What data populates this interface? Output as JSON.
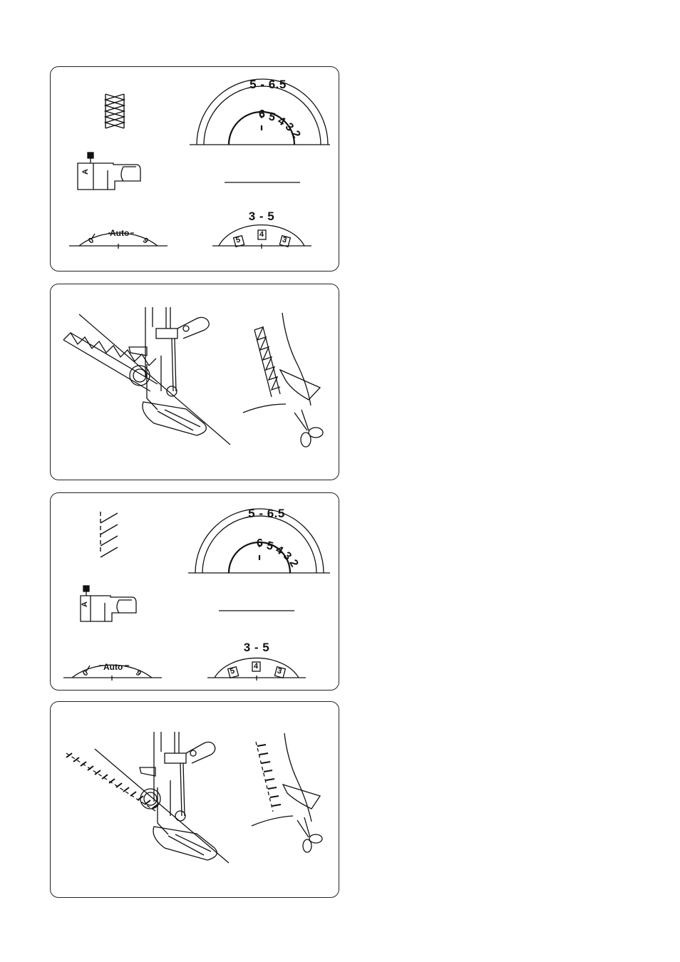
{
  "panels": [
    {
      "stitch_icon": "multi-zigzag-stitch-icon",
      "foot_letter": "A",
      "width_range": "5 - 6.5",
      "width_scale": [
        "6",
        "5",
        "4",
        "3",
        "2"
      ],
      "length_auto": "Auto",
      "length_min": "0",
      "length_max": "9",
      "tension_range": "3 - 5",
      "tension_values": [
        "5",
        "4",
        "3"
      ]
    },
    {
      "stitch_icon": "slant-overedge-stitch-icon",
      "foot_letter": "A",
      "width_range": "5 - 6.5",
      "width_scale": [
        "6",
        "5",
        "4",
        "3",
        "2"
      ],
      "length_auto": "Auto",
      "length_min": "0",
      "length_max": "9",
      "tension_range": "3 - 5",
      "tension_values": [
        "5",
        "4",
        "3"
      ]
    }
  ]
}
